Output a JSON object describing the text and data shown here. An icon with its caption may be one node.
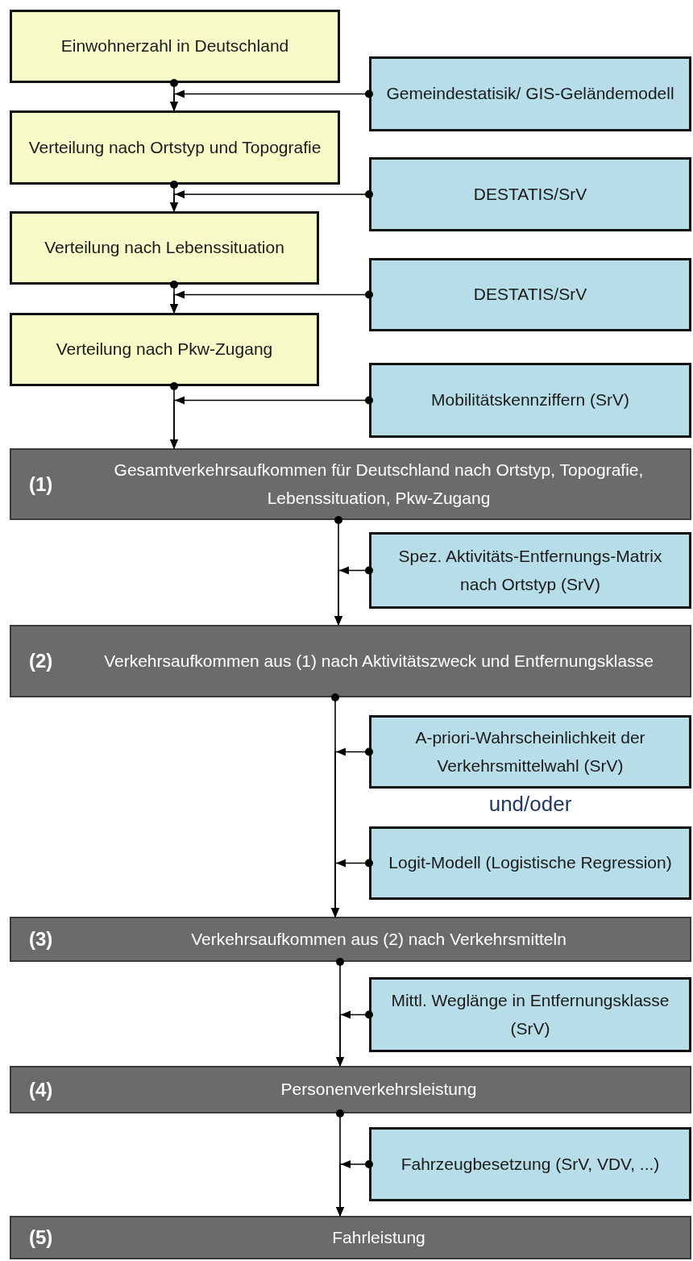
{
  "diagram": {
    "nodes": [
      {
        "text": [
          "Einwohnerzahl in Deutschland"
        ]
      },
      {
        "text": [
          "Gemeindestatisik/ GIS-Geländemodell"
        ]
      },
      {
        "text": [
          "Verteilung nach Ortstyp und Topografie"
        ]
      },
      {
        "text": [
          "DESTATIS/SrV"
        ]
      },
      {
        "text": [
          "Verteilung nach Lebenssituation"
        ]
      },
      {
        "text": [
          "DESTATIS/SrV"
        ]
      },
      {
        "text": [
          "Verteilung nach Pkw-Zugang"
        ]
      },
      {
        "text": [
          "Mobilitätskennziffern (SrV)"
        ]
      },
      {
        "text": [
          "(1)",
          "Gesamtverkehrsaufkommen für Deutschland nach Ortstyp, Topografie, Lebenssituation, Pkw-Zugang"
        ]
      },
      {
        "text": [
          "Spez. Aktivitäts-Entfernungs-Matrix nach Ortstyp (SrV)"
        ]
      },
      {
        "text": [
          "(2)",
          "Verkehrsaufkommen aus (1) nach Aktivitätszweck und Entfernungsklasse"
        ]
      },
      {
        "text": [
          "A-priori-Wahrscheinlichkeit der Verkehrsmittelwahl (SrV)"
        ]
      },
      {
        "text": [
          "Logit-Modell (Logistische Regression)"
        ]
      },
      {
        "text": [
          "(3)",
          "Verkehrsaufkommen aus (2) nach Verkehrsmitteln"
        ]
      },
      {
        "text": [
          "Mittl. Weglänge in Entfernungsklasse (SrV)"
        ]
      },
      {
        "text": [
          "(4)",
          "Personenverkehrsleistung"
        ]
      },
      {
        "text": [
          "Fahrzeugbesetzung (SrV, VDV, ...)"
        ]
      },
      {
        "text": [
          "(5)",
          "Fahrleistung"
        ]
      }
    ],
    "edges": [
      {
        "from": 0,
        "to": 2,
        "arrow": "to"
      },
      {
        "from": 1,
        "to": 2,
        "arrow": "to"
      },
      {
        "from": 2,
        "to": 4,
        "arrow": "to"
      },
      {
        "from": 3,
        "to": 4,
        "arrow": "to"
      },
      {
        "from": 4,
        "to": 6,
        "arrow": "to"
      },
      {
        "from": 5,
        "to": 6,
        "arrow": "to"
      },
      {
        "from": 6,
        "to": 8,
        "arrow": "to"
      },
      {
        "from": 7,
        "to": 8,
        "arrow": "to"
      },
      {
        "from": 8,
        "to": 10,
        "arrow": "to"
      },
      {
        "from": 9,
        "to": 10,
        "arrow": "to"
      },
      {
        "from": 10,
        "to": 13,
        "arrow": "to"
      },
      {
        "from": 11,
        "to": 13,
        "arrow": "to"
      },
      {
        "from": 12,
        "to": 13,
        "arrow": "to"
      },
      {
        "from": 13,
        "to": 15,
        "arrow": "to"
      },
      {
        "from": 14,
        "to": 15,
        "arrow": "to"
      },
      {
        "from": 15,
        "to": 17,
        "arrow": "to"
      },
      {
        "from": 16,
        "to": 17,
        "arrow": "to"
      }
    ],
    "labels": [
      "und/oder"
    ]
  }
}
